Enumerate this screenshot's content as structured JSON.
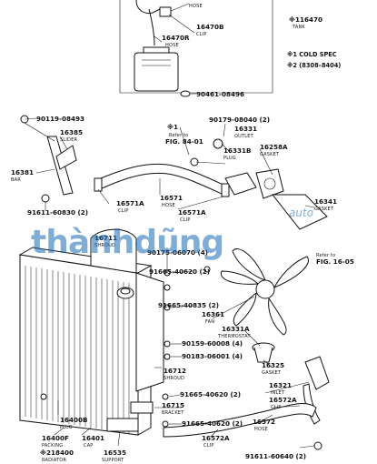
{
  "notes": {
    "cold_spec": "※1 COLD SPEC",
    "date_range": "※2 (8308–8404)"
  },
  "watermark": {
    "main": "thànhdũng",
    "sub": "auto"
  },
  "labels": [
    {
      "id": "hose-top",
      "part": "",
      "name": "HOSE"
    },
    {
      "id": "p16470b",
      "part": "16470B",
      "name": "CLIP"
    },
    {
      "id": "p16470r",
      "part": "16470R",
      "name": "HOSE"
    },
    {
      "id": "p116470",
      "part": "※116470",
      "name": "TANK"
    },
    {
      "id": "p90461",
      "part": "90461-08496",
      "name": ""
    },
    {
      "id": "p90119",
      "part": "90119-08493",
      "name": ""
    },
    {
      "id": "p16385",
      "part": "16385",
      "name": "SLIDER"
    },
    {
      "id": "p16381",
      "part": "16381",
      "name": "BAR"
    },
    {
      "id": "p91611a",
      "part": "91611-60830 (2)",
      "name": ""
    },
    {
      "id": "p16571a1",
      "part": "16571A",
      "name": "CLIP"
    },
    {
      "id": "p16571",
      "part": "16571",
      "name": "HOSE"
    },
    {
      "id": "p16571a2",
      "part": "16571A",
      "name": "CLIP"
    },
    {
      "id": "p16711",
      "part": "16711",
      "name": "SHROUD"
    },
    {
      "id": "p90175",
      "part": "90175-06070 (4)",
      "name": ""
    },
    {
      "id": "p91665a",
      "part": "91665-40620 (2)",
      "name": ""
    },
    {
      "id": "p91665b",
      "part": "91665-40835 (2)",
      "name": ""
    },
    {
      "id": "p16361",
      "part": "16361",
      "name": "FAN"
    },
    {
      "id": "p16331a",
      "part": "16331A",
      "name": "THERMOSTAT"
    },
    {
      "id": "p90159",
      "part": "90159-60008 (4)",
      "name": ""
    },
    {
      "id": "p90183",
      "part": "90183-06001 (4)",
      "name": ""
    },
    {
      "id": "p16712",
      "part": "16712",
      "name": "SHROUD"
    },
    {
      "id": "p91665c",
      "part": "91665-40620 (2)",
      "name": ""
    },
    {
      "id": "p16715",
      "part": "16715",
      "name": "BRACKET"
    },
    {
      "id": "p91665d",
      "part": "91665-40620 (2)",
      "name": ""
    },
    {
      "id": "p16400f",
      "part": "16400F",
      "name": "PACKING"
    },
    {
      "id": "p16400b",
      "part": "16400B",
      "name": "PLUG"
    },
    {
      "id": "p218400",
      "part": "※218400",
      "name": "RADIATOR"
    },
    {
      "id": "p16401",
      "part": "16401",
      "name": "CAP"
    },
    {
      "id": "p16535",
      "part": "16535",
      "name": "SUPPORT"
    },
    {
      "id": "p16572a1",
      "part": "16572A",
      "name": "CLIP"
    },
    {
      "id": "p16572",
      "part": "16572",
      "name": "HOSE"
    },
    {
      "id": "p16321",
      "part": "16321",
      "name": "INLET"
    },
    {
      "id": "p16572a2",
      "part": "16572A",
      "name": "CLIP"
    },
    {
      "id": "p91611b",
      "part": "91611-60640 (2)",
      "name": ""
    },
    {
      "id": "p16325",
      "part": "16325",
      "name": "GASKET"
    },
    {
      "id": "p16341",
      "part": "16341",
      "name": "GASKET"
    },
    {
      "id": "p16258a",
      "part": "16258A",
      "name": "GASKET"
    },
    {
      "id": "p16331",
      "part": "16331",
      "name": "OUTLET"
    },
    {
      "id": "p16331b",
      "part": "16331B",
      "name": "PLUG"
    },
    {
      "id": "p90179",
      "part": "90179-08040 (2)",
      "name": ""
    },
    {
      "id": "p16331top",
      "part": "※1",
      "name": ""
    }
  ],
  "refs": [
    {
      "id": "ref84",
      "line1": "Refer to",
      "line2": "FIG. 84-01"
    },
    {
      "id": "ref16",
      "line1": "Refer to",
      "line2": "FIG. 16-05"
    }
  ]
}
